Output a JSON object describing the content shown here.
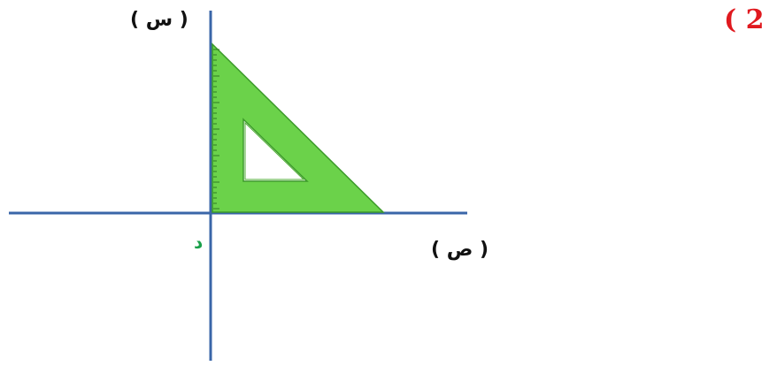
{
  "question": {
    "number": "( 2",
    "color": "#e0191f"
  },
  "axes": {
    "vertical_label": "( س )",
    "horizontal_label": "( ص )",
    "origin_label": "د",
    "origin_label_color": "#1aa04a",
    "axis_color": "#3a66a8"
  },
  "set_square": {
    "fill_color": "#6bd24a",
    "edge_color": "#3c9a2a"
  }
}
